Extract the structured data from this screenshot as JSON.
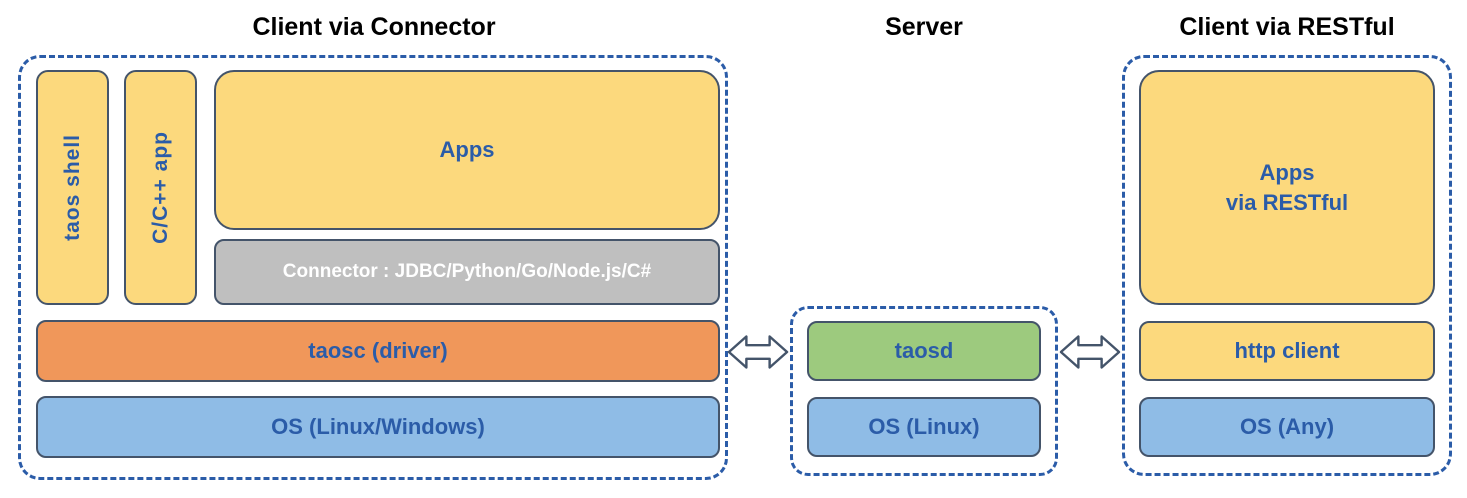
{
  "titles": {
    "left": "Client via Connector",
    "middle": "Server",
    "right": "Client via RESTful"
  },
  "left_section": {
    "taos_shell": "taos shell",
    "cpp_app": "C/C++ app",
    "apps": "Apps",
    "connector": "Connector : JDBC/Python/Go/Node.js/C#",
    "taosc": "taosc (driver)",
    "os": "OS (Linux/Windows)"
  },
  "server_section": {
    "taosd": "taosd",
    "os": "OS (Linux)"
  },
  "right_section": {
    "apps": "Apps\nvia RESTful",
    "http_client": "http client",
    "os": "OS (Any)"
  },
  "colors": {
    "dashed_border": "#2b5ca8",
    "box_border": "#44546a",
    "text_blue": "#2b5ca8",
    "yellow": "#fcd97d",
    "gray": "#bfbfbf",
    "orange": "#f0975a",
    "light_blue": "#8fbce6",
    "green": "#9dca7e",
    "connector_text": "#ffffff",
    "title_text": "#000000",
    "arrow_fill": "#ffffff"
  }
}
